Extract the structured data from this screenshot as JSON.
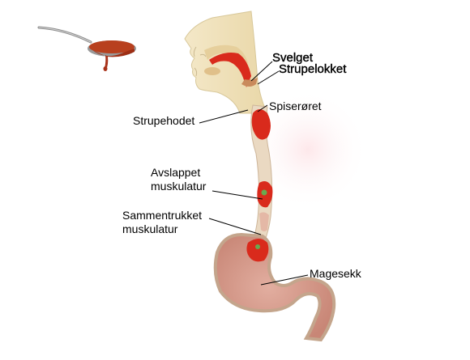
{
  "diagram": {
    "labels": {
      "svelget": "Svelget",
      "strupelokket": "Strupelokket",
      "spiseroret": "Spiserøret",
      "strupehodet": "Strupehodet",
      "avslappet_line1": "Avslappet",
      "avslappet_line2": "muskulatur",
      "sammentrukket_line1": "Sammentrukket",
      "sammentrukket_line2": "muskulatur",
      "magesekk": "Magesekk"
    },
    "colors": {
      "food": "#d92a1c",
      "syrup": "#b83a1a",
      "skin": "#f1e6c4",
      "tissue": "#e8d6c0",
      "stomach": "#d79a8c",
      "stomach_wall": "#c8a88e",
      "glow": "#fde8ea"
    }
  }
}
